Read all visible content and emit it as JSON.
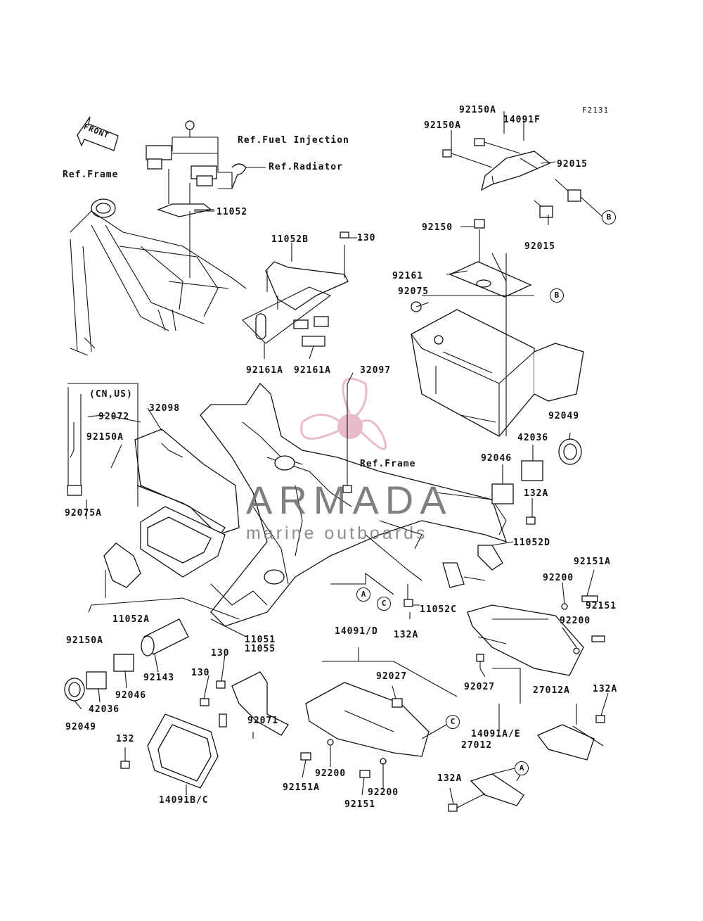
{
  "figure_code": "F2131",
  "front_arrow": "FRONT",
  "watermark": {
    "title": "ARMADA",
    "subtitle": "marine outboards"
  },
  "refs": {
    "fuel_injection": "Ref.Fuel Injection",
    "radiator": "Ref.Radiator",
    "frame_top": "Ref.Frame",
    "frame_center": "Ref.Frame",
    "market": "(CN,US)"
  },
  "callouts": [
    "A",
    "B",
    "C"
  ],
  "parts": {
    "p92150A_top": "92150A",
    "p14091F": "14091F",
    "p92150A_left": "92150A",
    "p92015_a": "92015",
    "p92015_b": "92015",
    "p11052": "11052",
    "p11052B": "11052B",
    "p130_top": "130",
    "p92150": "92150",
    "p92161": "92161",
    "p92075": "92075",
    "p92161A_1": "92161A",
    "p92161A_2": "92161A",
    "p32097": "32097",
    "p92072": "92072",
    "p32098": "32098",
    "p92150A_mid": "92150A",
    "p92049_r": "92049",
    "p42036_r": "42036",
    "p92046_r": "92046",
    "p132A_r": "132A",
    "p92075A": "92075A",
    "p11052D": "11052D",
    "p92151A_r": "92151A",
    "p92200_r1": "92200",
    "p92151_r": "92151",
    "p92200_r2": "92200",
    "p11052C": "11052C",
    "p132A_c": "132A",
    "p11052A": "11052A",
    "p92150A_bl": "92150A",
    "p11051": "11051",
    "p11055": "11055",
    "p14091D": "14091/D",
    "p92143": "92143",
    "p130_b1": "130",
    "p130_b2": "130",
    "p92046_l": "92046",
    "p42036_l": "42036",
    "p92049_l": "92049",
    "p92027_c": "92027",
    "p92027_r": "92027",
    "p132A_far": "132A",
    "p27012A": "27012A",
    "p92071": "92071",
    "p132": "132",
    "p14091AE": "14091A/E",
    "p27012": "27012",
    "p92200_b1": "92200",
    "p92200_b2": "92200",
    "p92151A_b": "92151A",
    "p92151_b": "92151",
    "p132A_br": "132A",
    "p14091BC": "14091B/C"
  }
}
